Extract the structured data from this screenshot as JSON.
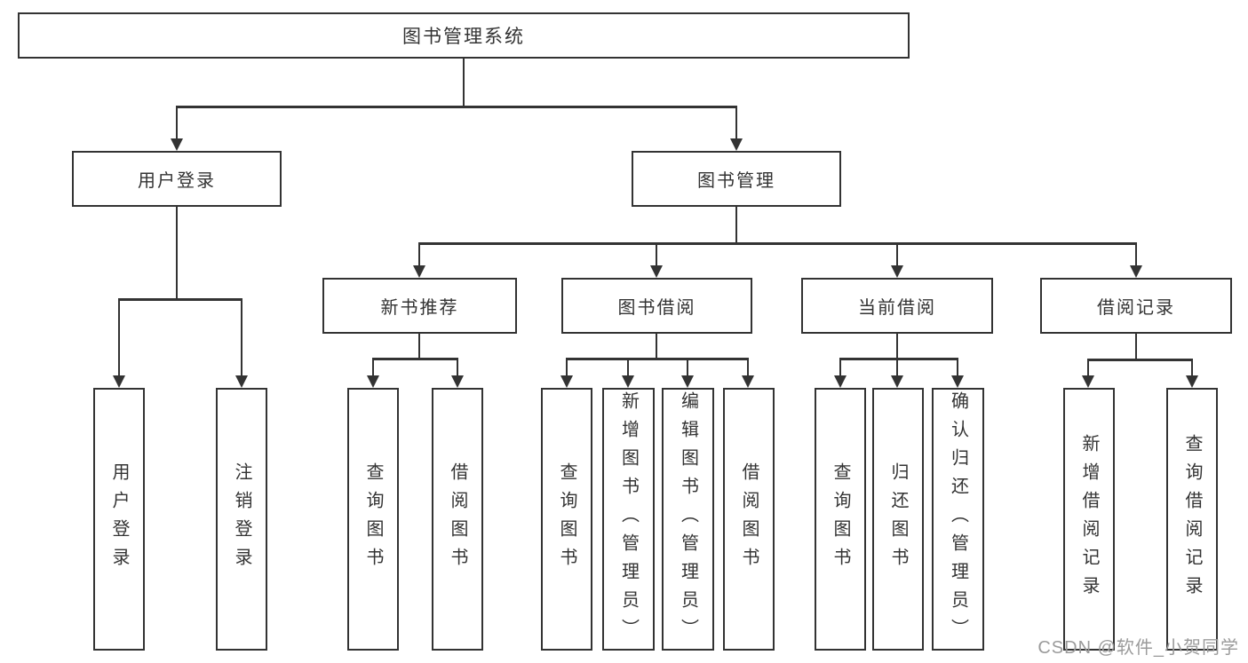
{
  "diagram": {
    "type": "hierarchy-tree",
    "root": {
      "label": "图书管理系统"
    },
    "level2": [
      {
        "label": "用户登录"
      },
      {
        "label": "图书管理"
      }
    ],
    "level3": [
      {
        "label": "新书推荐"
      },
      {
        "label": "图书借阅"
      },
      {
        "label": "当前借阅"
      },
      {
        "label": "借阅记录"
      }
    ],
    "leaves": [
      {
        "label": "用户登录",
        "parent": "用户登录"
      },
      {
        "label": "注销登录",
        "parent": "用户登录"
      },
      {
        "label": "查询图书",
        "parent": "新书推荐"
      },
      {
        "label": "借阅图书",
        "parent": "新书推荐"
      },
      {
        "label": "查询图书",
        "parent": "图书借阅"
      },
      {
        "label": "新增图书（管理员）",
        "parent": "图书借阅"
      },
      {
        "label": "编辑图书（管理员）",
        "parent": "图书借阅"
      },
      {
        "label": "借阅图书",
        "parent": "图书借阅"
      },
      {
        "label": "查询图书",
        "parent": "当前借阅"
      },
      {
        "label": "归还图书",
        "parent": "当前借阅"
      },
      {
        "label": "确认归还（管理员）",
        "parent": "当前借阅"
      },
      {
        "label": "新增借阅记录",
        "parent": "借阅记录"
      },
      {
        "label": "查询借阅记录",
        "parent": "借阅记录"
      }
    ],
    "colors": {
      "line": "#333333",
      "text": "#333333",
      "box_background": "#ffffff",
      "watermark": "#9b9b9b"
    }
  },
  "watermark": {
    "text": "CSDN @软件_小贺同学"
  }
}
